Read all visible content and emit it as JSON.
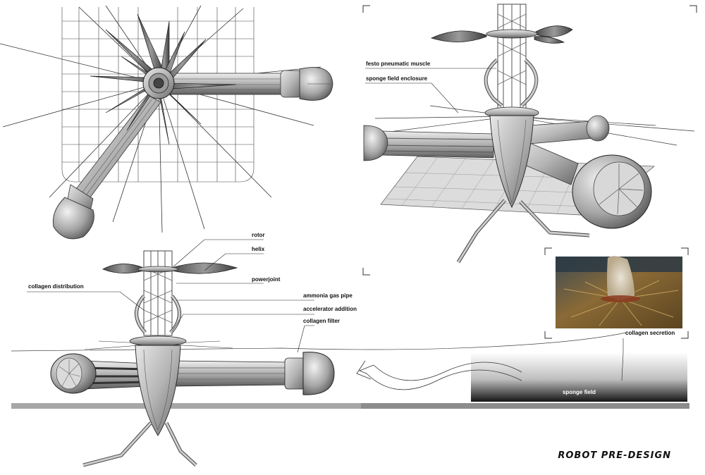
{
  "title": "ROBOT PRE-DESIGN",
  "labels": {
    "festo": "festo pneumatic muscle",
    "sponge_enclosure": "sponge field enclosure",
    "rotor": "rotor",
    "helix": "helix",
    "powerjoint": "powerjoint",
    "collagen_distribution": "collagen distribution",
    "ammonia": "ammonia gas pipe",
    "accelerator": "accelerator addition",
    "collagen_filter": "collagen filter",
    "collagen_secretion": "collagen secretion",
    "sponge_field": "sponge field"
  },
  "colors": {
    "line": "#2a2a2a",
    "metal": "#b9b9b9",
    "metal_dark": "#6e6e6e",
    "ground": "#9a9a9a",
    "photo_base": "#7a5a2c"
  }
}
